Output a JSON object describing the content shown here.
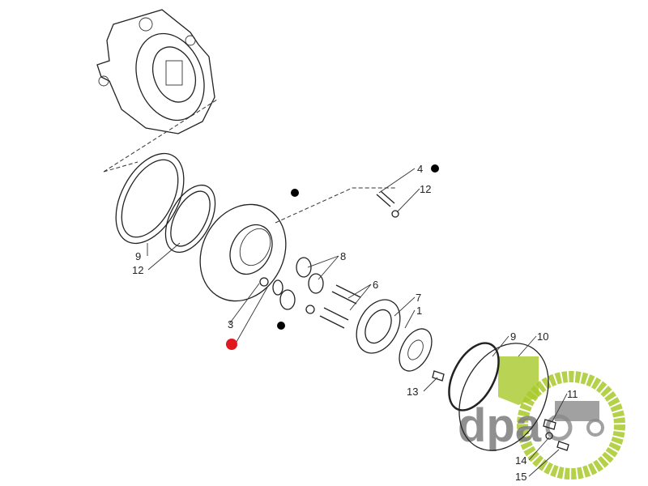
{
  "diagram": {
    "callouts": [
      {
        "id": "4",
        "label": "4",
        "marked": true
      },
      {
        "id": "12a",
        "label": "12"
      },
      {
        "id": "8",
        "label": "8"
      },
      {
        "id": "6",
        "label": "6"
      },
      {
        "id": "7",
        "label": "7"
      },
      {
        "id": "1",
        "label": "1"
      },
      {
        "id": "9a",
        "label": "9"
      },
      {
        "id": "10",
        "label": "10"
      },
      {
        "id": "13",
        "label": "13"
      },
      {
        "id": "11",
        "label": "11"
      },
      {
        "id": "14",
        "label": "14"
      },
      {
        "id": "15",
        "label": "15"
      },
      {
        "id": "3",
        "label": "3",
        "highlighted": true
      },
      {
        "id": "9b",
        "label": "9"
      },
      {
        "id": "12b",
        "label": "12"
      }
    ],
    "colors": {
      "highlight": "#e0191f",
      "marker": "#000000",
      "logo_green": "#a8c92a",
      "logo_gray": "#7d7d7d"
    }
  },
  "watermark": {
    "text": "dpa"
  }
}
